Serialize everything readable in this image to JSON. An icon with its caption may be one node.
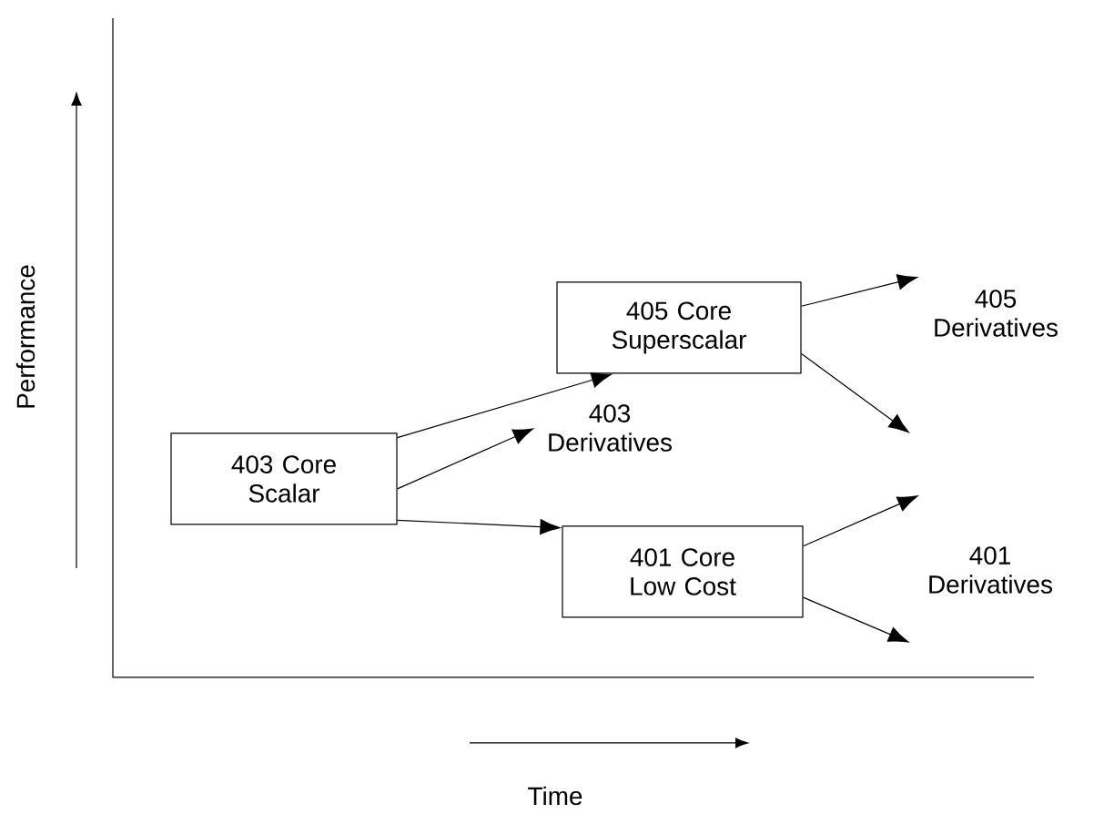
{
  "diagram": {
    "nodes": [
      {
        "text": [
          "403 Core Scalar"
        ]
      },
      {
        "text": [
          "405 Core Superscalar"
        ]
      },
      {
        "text": [
          "403 Derivatives"
        ]
      },
      {
        "text": [
          "401 Core Low Cost"
        ]
      }
    ],
    "edges": [
      {
        "from": 0,
        "to": 1,
        "arrow": "to"
      },
      {
        "from": 0,
        "to": 2,
        "arrow": "to"
      },
      {
        "from": 0,
        "to": 3,
        "arrow": "to"
      },
      {
        "from": 1,
        "to": null,
        "arrow": "to"
      },
      {
        "from": 1,
        "to": null,
        "arrow": "to"
      },
      {
        "from": 3,
        "to": null,
        "arrow": "to"
      },
      {
        "from": 3,
        "to": null,
        "arrow": "to"
      }
    ],
    "labels": [
      "Performance",
      "405 Derivatives",
      "401 Derivatives",
      "Time"
    ]
  }
}
